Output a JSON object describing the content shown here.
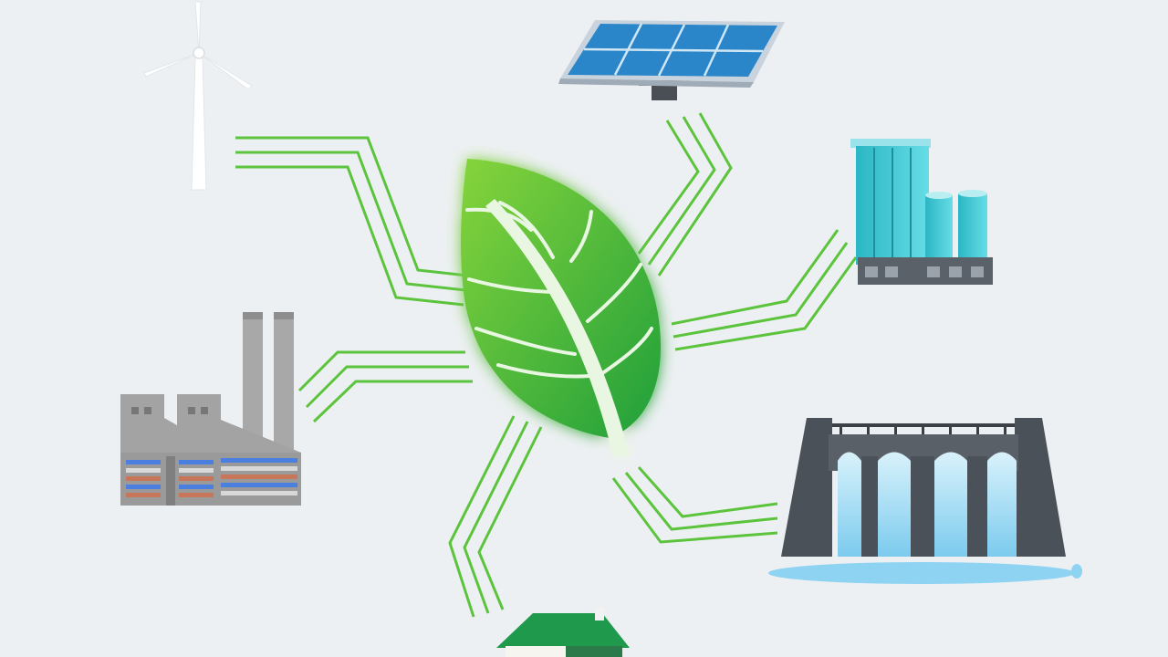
{
  "colors": {
    "background": "#edf0f3",
    "connector": "#5cc43c",
    "leaf_light": "#7fd13a",
    "leaf_dark": "#22a43a",
    "leaf_vein": "#e9f7e2",
    "solar_cell": "#2a86c9",
    "building_glass": "#3fc6d2",
    "factory_gray": "#9a9a9a",
    "dam_dark": "#4b5158",
    "water": "#8ed3f2",
    "house_roof": "#1f9a4c"
  },
  "center": {
    "icon": "leaf-icon"
  },
  "sources": [
    {
      "id": "wind",
      "icon": "wind-turbine-icon"
    },
    {
      "id": "solar",
      "icon": "solar-panel-icon"
    },
    {
      "id": "buildings",
      "icon": "city-buildings-icon"
    },
    {
      "id": "factory",
      "icon": "factory-icon"
    },
    {
      "id": "dam",
      "icon": "hydro-dam-icon"
    },
    {
      "id": "house",
      "icon": "house-icon"
    }
  ]
}
